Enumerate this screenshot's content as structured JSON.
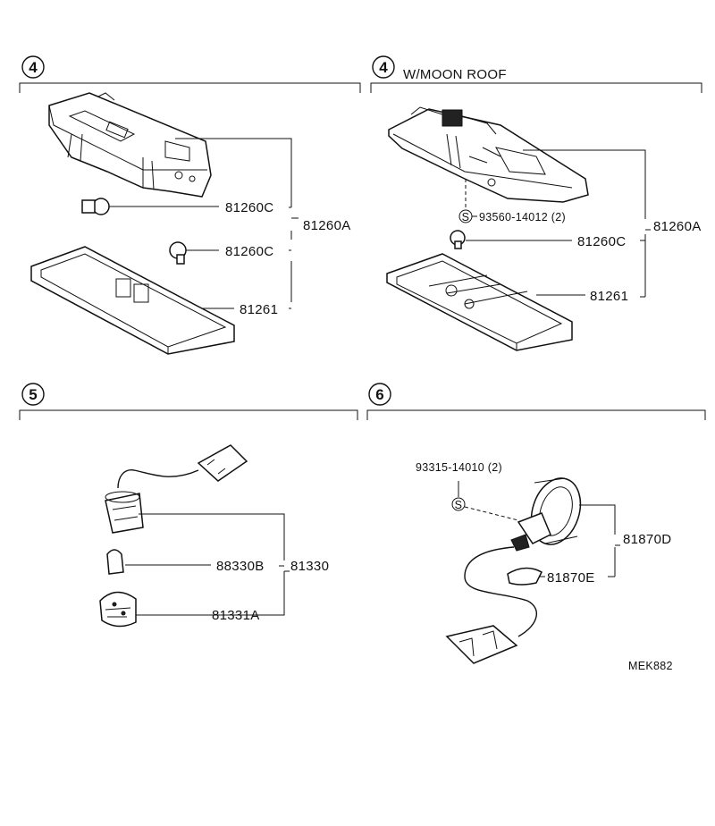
{
  "sections": [
    {
      "number": "4",
      "title": ""
    },
    {
      "number": "4",
      "title": "W/MOON ROOF"
    },
    {
      "number": "5",
      "title": ""
    },
    {
      "number": "6",
      "title": ""
    }
  ],
  "parts": {
    "s1_bulb_a": "81260C",
    "s1_bulb_b": "81260C",
    "s1_assembly": "81260A",
    "s1_lens": "81261",
    "s2_screw": "93560-14012 (2)",
    "s2_bulb": "81260C",
    "s2_assembly": "81260A",
    "s2_lens": "81261",
    "s3_bulb": "88330B",
    "s3_assembly": "81330",
    "s3_socket": "81331A",
    "s4_screw": "93315-14010 (2)",
    "s4_assembly": "81870D",
    "s4_bulb": "81870E"
  },
  "screw_symbol": "S",
  "drawing_code": "MEK882"
}
